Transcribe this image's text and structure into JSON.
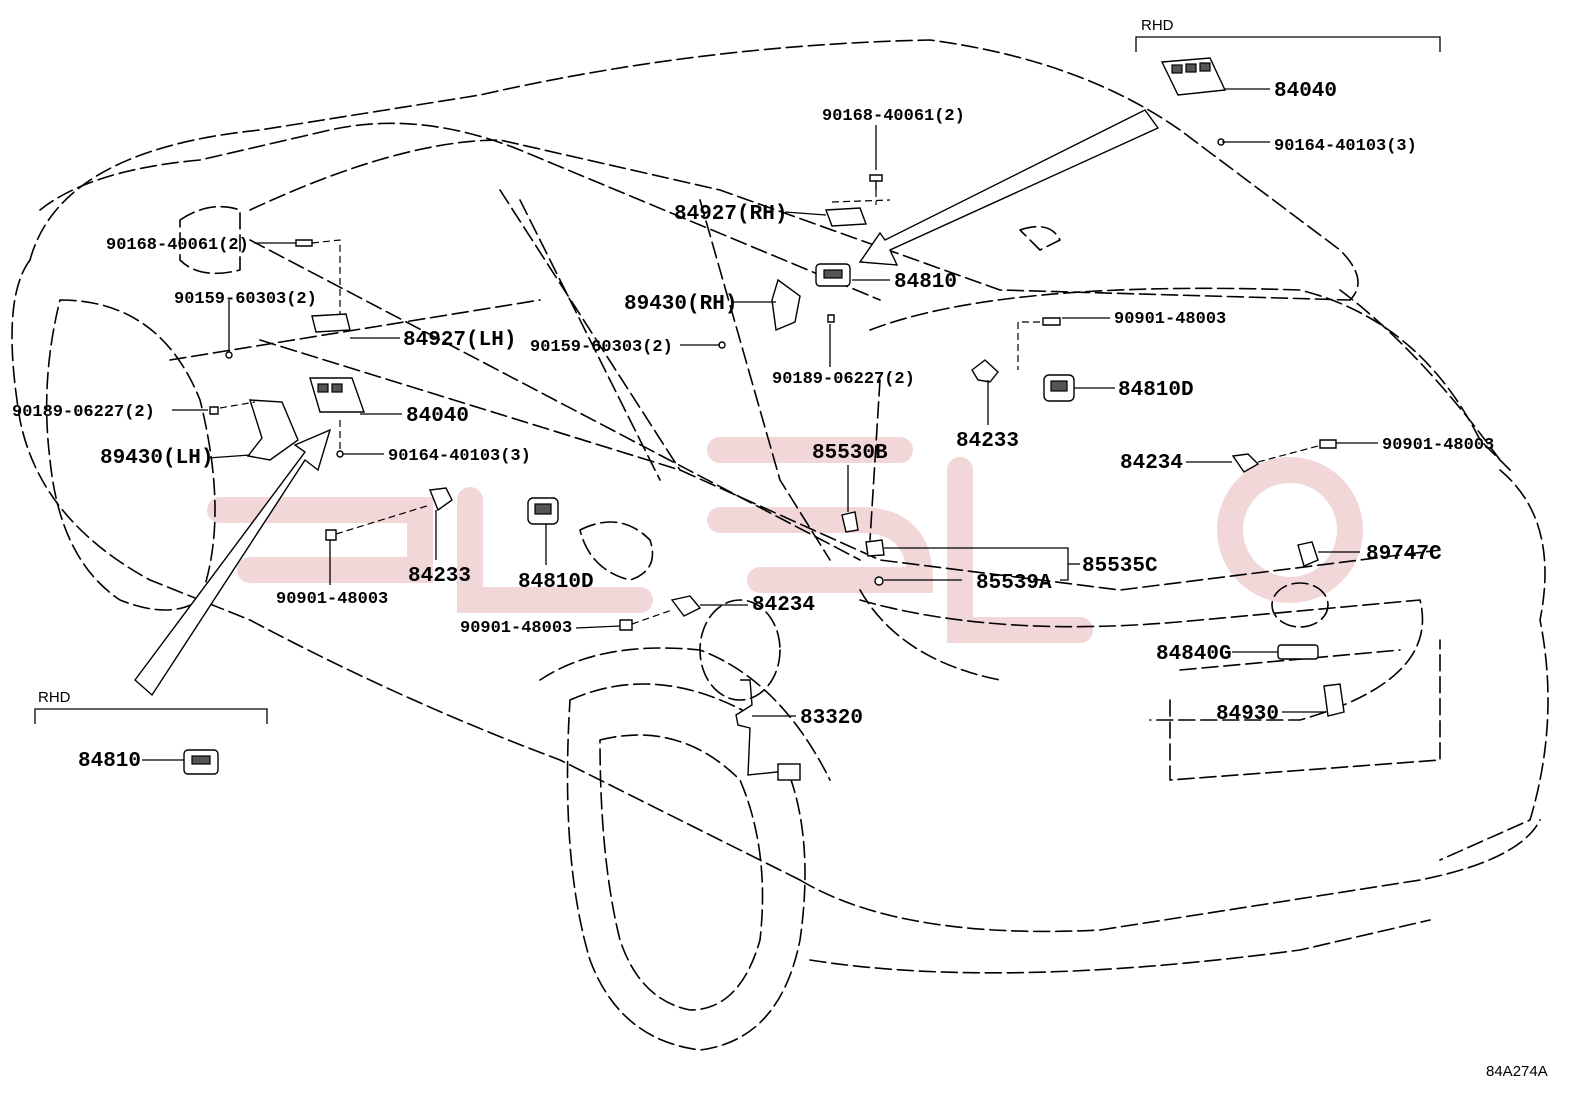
{
  "labels": {
    "rhd_top": "RHD",
    "rhd_bottom": "RHD",
    "p84040_top": "84040",
    "p90164_top": "90164-40103(3)",
    "p90168_top": "90168-40061(2)",
    "p84927_rh": "84927(RH)",
    "p84810_top": "84810",
    "p89430_rh": "89430(RH)",
    "p90159_mid": "90159-60303(2)",
    "p90189_mid": "90189-06227(2)",
    "p90901_tr": "90901-48003",
    "p84810d_r": "84810D",
    "p84233_r": "84233",
    "p84234_r": "84234",
    "p90901_r": "90901-48003",
    "p85530b": "85530B",
    "p89747c": "89747C",
    "p85535c": "85535C",
    "p85539a": "85539A",
    "p84840g": "84840G",
    "p84930": "84930",
    "p90168_left": "90168-40061(2)",
    "p90159_left": "90159-60303(2)",
    "p84927_lh": "84927(LH)",
    "p90189_left": "90189-06227(2)",
    "p84040_left": "84040",
    "p89430_lh": "89430(LH)",
    "p90164_left": "90164-40103(3)",
    "p84233_left": "84233",
    "p84810d_left": "84810D",
    "p90901_left": "90901-48003",
    "p84234_mid": "84234",
    "p90901_mid": "90901-48003",
    "p83320": "83320",
    "p84810_bottom": "84810",
    "diagram_code": "84A274A"
  },
  "colors": {
    "line": "#000000",
    "background": "#ffffff",
    "watermark": "#e8b7b9"
  }
}
